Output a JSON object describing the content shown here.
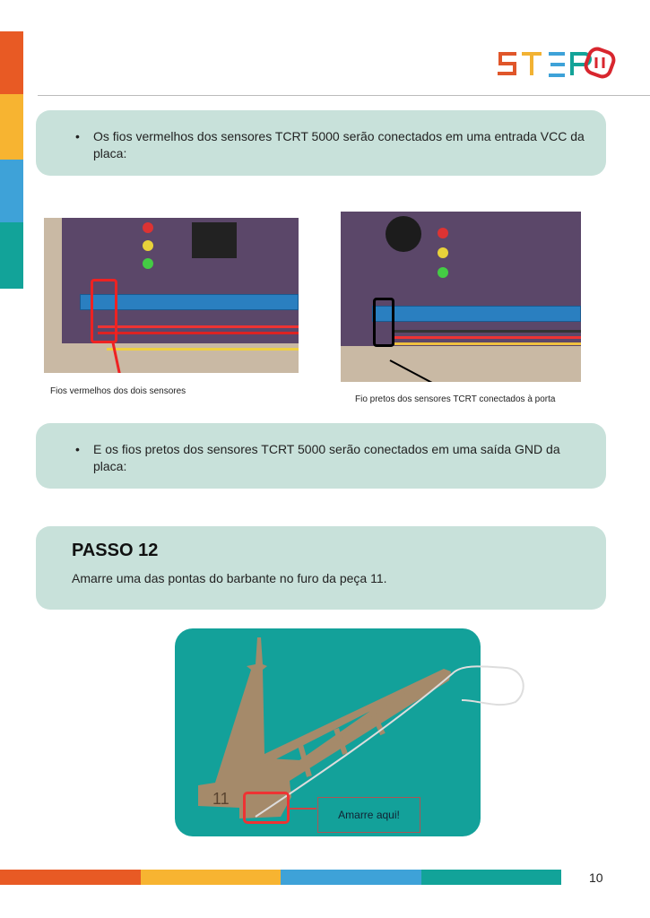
{
  "logo": {
    "text": "STEP",
    "colors": [
      "#e0562a",
      "#f2b233",
      "#3ea2d8",
      "#13a398"
    ],
    "badge_color": "#d8262e"
  },
  "accent_colors": {
    "orange": "#e85a24",
    "yellow": "#f7b431",
    "blue": "#3ea2d8",
    "teal": "#12a399"
  },
  "box1": {
    "text": "Os fios vermelhos dos sensores TCRT 5000 serão conectados em uma entrada VCC da placa:"
  },
  "photos": {
    "left_caption": "Fios vermelhos dos dois sensores",
    "right_caption": "Fio pretos dos sensores TCRT conectados à porta"
  },
  "box2": {
    "text": "E os fios pretos dos sensores TCRT 5000 serão conectados em uma saída GND da placa:"
  },
  "step": {
    "title": "PASSO 12",
    "text": "Amarre uma das pontas do barbante no furo da peça 11."
  },
  "figure": {
    "piece_number": "11",
    "callout": "Amarre aqui!"
  },
  "page_number": "10"
}
